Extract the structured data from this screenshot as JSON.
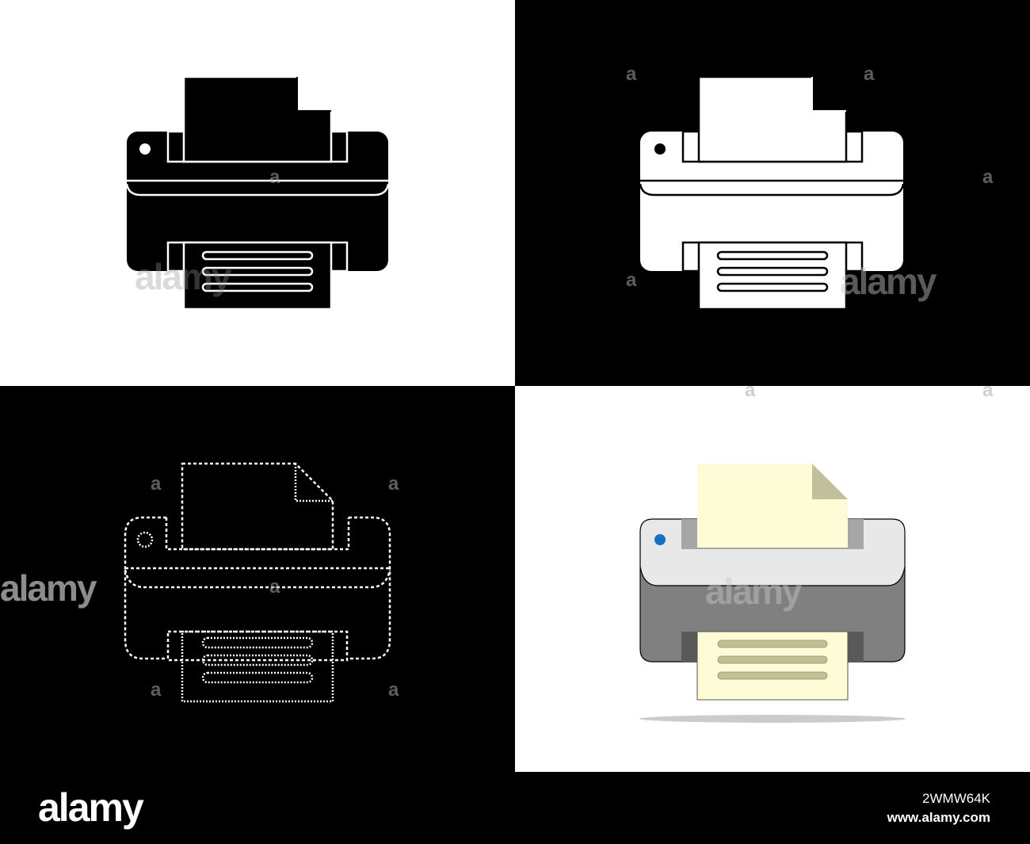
{
  "watermark": {
    "brand": "alamy",
    "letter": "a"
  },
  "icons": [
    {
      "style": "solid",
      "fill": "#000000",
      "outline": "#ffffff",
      "background": "#ffffff"
    },
    {
      "style": "outline",
      "fill": "#ffffff",
      "outline": "#000000",
      "background": "#000000"
    },
    {
      "style": "dashed",
      "fill": "#000000",
      "outline": "#ffffff",
      "background": "#000000"
    },
    {
      "style": "color",
      "body_top": "#e8e8e8",
      "body_bottom": "#808080",
      "paper": "#fdfcd6",
      "paper_fold": "#c2c09a",
      "lines": "#c2c08e",
      "button": "#1a6fc4",
      "shadow": "#cccccc",
      "background": "#ffffff"
    }
  ],
  "footer": {
    "logo": "alamy",
    "image_id": "2WMW64K",
    "url": "www.alamy.com"
  }
}
